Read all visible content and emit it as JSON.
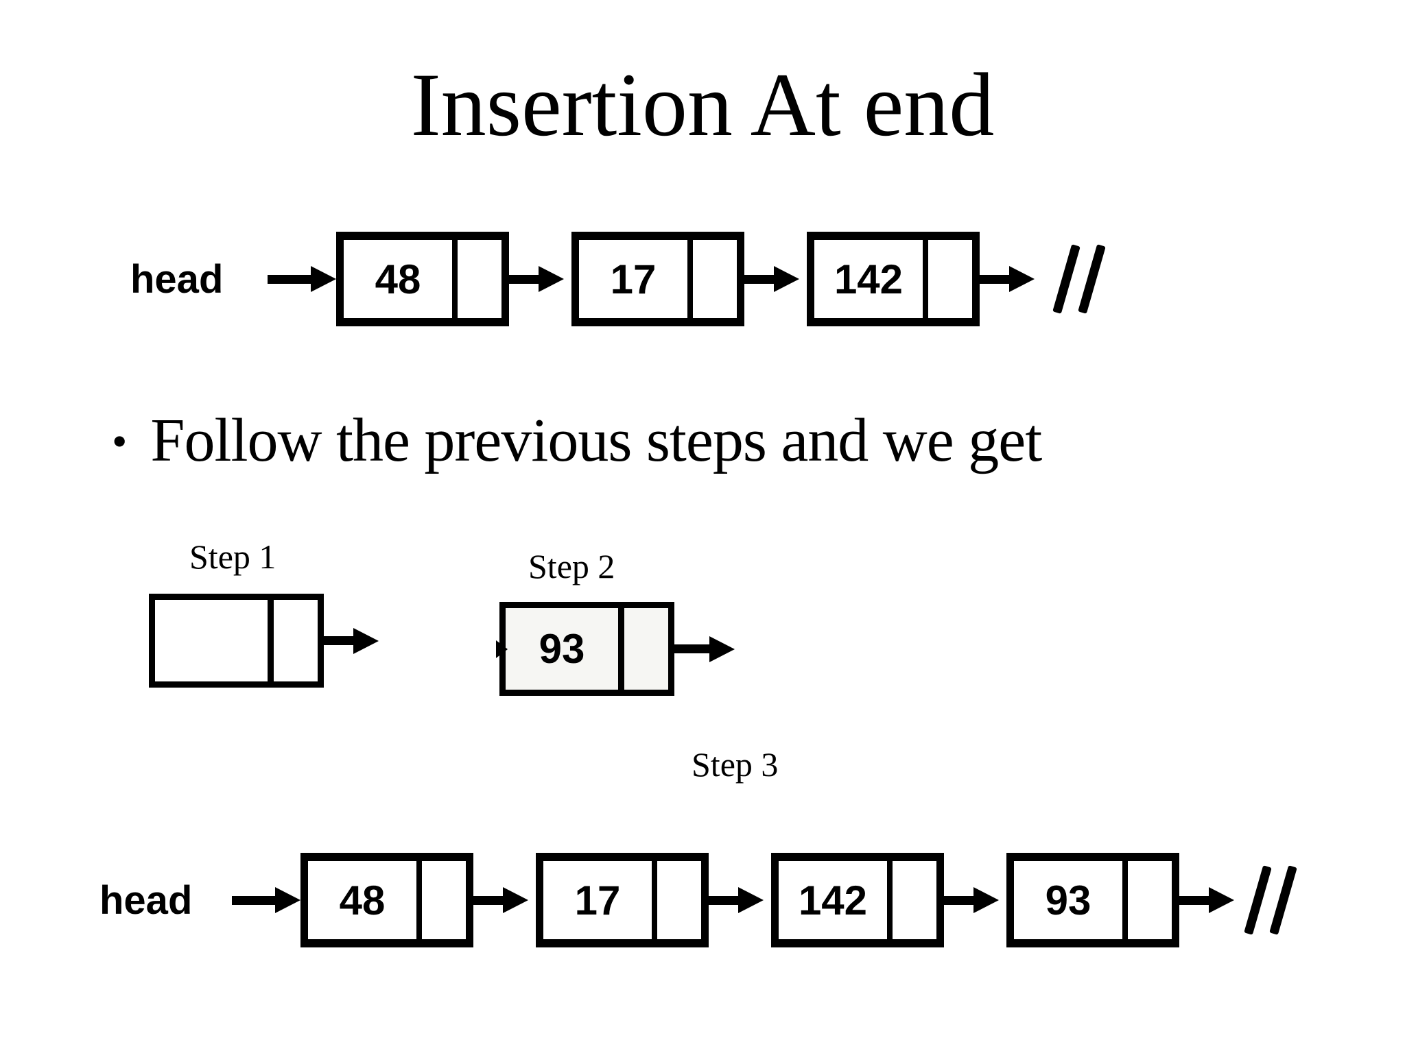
{
  "slide": {
    "title": "Insertion At end",
    "bullet_glyph": "•",
    "bullet_text": "Follow the previous steps and we get"
  },
  "colors": {
    "foreground": "#000000",
    "background": "#ffffff",
    "step2_node_fill": "#f6f6f3"
  },
  "diagram": {
    "top_list": {
      "head_label": "head",
      "node_values": [
        "48",
        "17",
        "142"
      ],
      "terminator_symbol": "//"
    },
    "steps": {
      "step1_label": "Step 1",
      "step1_value": "",
      "step2_label": "Step 2",
      "step2_value": "93",
      "step3_label": "Step 3"
    },
    "bottom_list": {
      "head_label": "head",
      "node_values": [
        "48",
        "17",
        "142",
        "93"
      ],
      "terminator_symbol": "//"
    }
  }
}
